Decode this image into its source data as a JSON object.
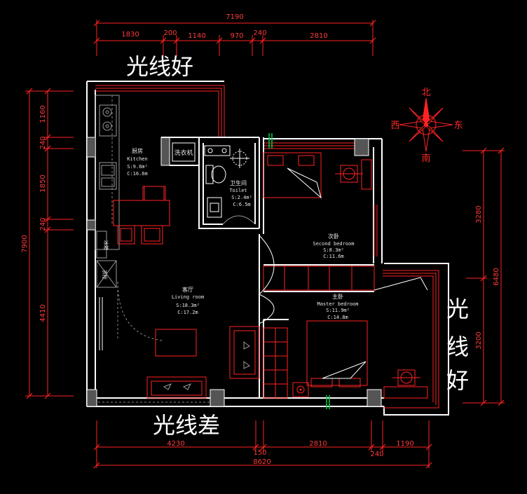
{
  "dimensions": {
    "top_total": "7190",
    "top_segments": [
      "1830",
      "200",
      "1140",
      "970",
      "240",
      "2810"
    ],
    "bottom_segments": [
      "4230",
      "150",
      "2810",
      "240",
      "1190"
    ],
    "bottom_total": "8620",
    "left_segments": [
      "1160",
      "240",
      "1850",
      "240",
      "4410"
    ],
    "left_total": "7900",
    "right_segments": [
      "3280",
      "3200"
    ],
    "right_total": "6480"
  },
  "annotations": {
    "top_light": "光线好",
    "right_light": [
      "光",
      "线",
      "好"
    ],
    "bottom_light": "光线差"
  },
  "compass": {
    "north": "北",
    "south": "南",
    "west": "西",
    "east": "东"
  },
  "rooms": {
    "kitchen": {
      "cn": "厨房",
      "en": "Kitchen",
      "area": "S:9.6m²",
      "perimeter": "C:16.6m"
    },
    "washer": {
      "label": "洗衣机"
    },
    "toilet": {
      "cn": "卫生间",
      "en": "Toilet",
      "area": "S:2.4m²",
      "perimeter": "C:6.5m"
    },
    "second_bedroom": {
      "cn": "次卧",
      "en": "Second bedroom",
      "area": "S:8.3m²",
      "perimeter": "C:11.6m"
    },
    "living_room": {
      "cn": "客厅",
      "en": "Living room",
      "area": "S:18.3m²",
      "perimeter": "C:17.2m"
    },
    "master_bedroom": {
      "cn": "主卧",
      "en": "Master bedroom",
      "area": "S:11.9m²",
      "perimeter": "C:14.8m"
    },
    "fridge": {
      "label": "冰箱"
    },
    "cabinet": {
      "label": "衣柜"
    }
  },
  "colors": {
    "background": "#000000",
    "dimension": "#ff3b3b",
    "wall": "#ffffff",
    "furniture": "#ff2222",
    "window_mark": "#00cc44"
  }
}
